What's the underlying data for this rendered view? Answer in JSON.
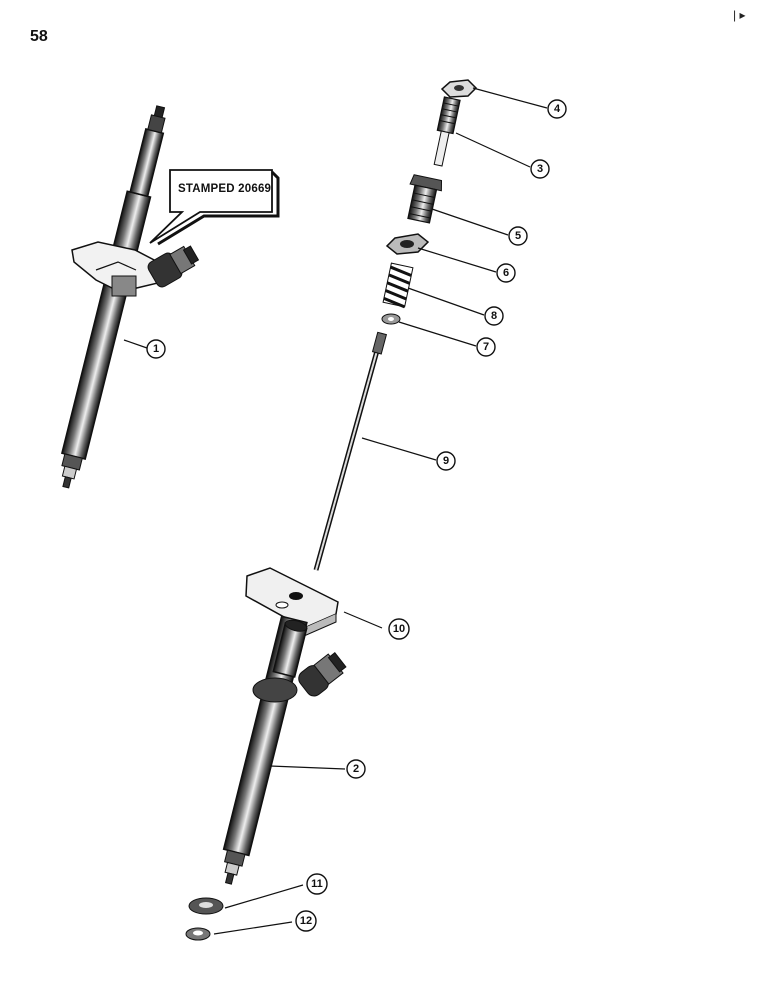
{
  "page_number": "58",
  "corner_mark": "| ▸",
  "stamp_label": "STAMPED 20669",
  "callouts": [
    {
      "id": "c1",
      "label": "1"
    },
    {
      "id": "c2",
      "label": "2"
    },
    {
      "id": "c3",
      "label": "3"
    },
    {
      "id": "c4",
      "label": "4"
    },
    {
      "id": "c5",
      "label": "5"
    },
    {
      "id": "c6",
      "label": "6"
    },
    {
      "id": "c7",
      "label": "7"
    },
    {
      "id": "c8",
      "label": "8"
    },
    {
      "id": "c9",
      "label": "9"
    },
    {
      "id": "c10",
      "label": "10"
    },
    {
      "id": "c11",
      "label": "11"
    },
    {
      "id": "c12",
      "label": "12"
    }
  ]
}
